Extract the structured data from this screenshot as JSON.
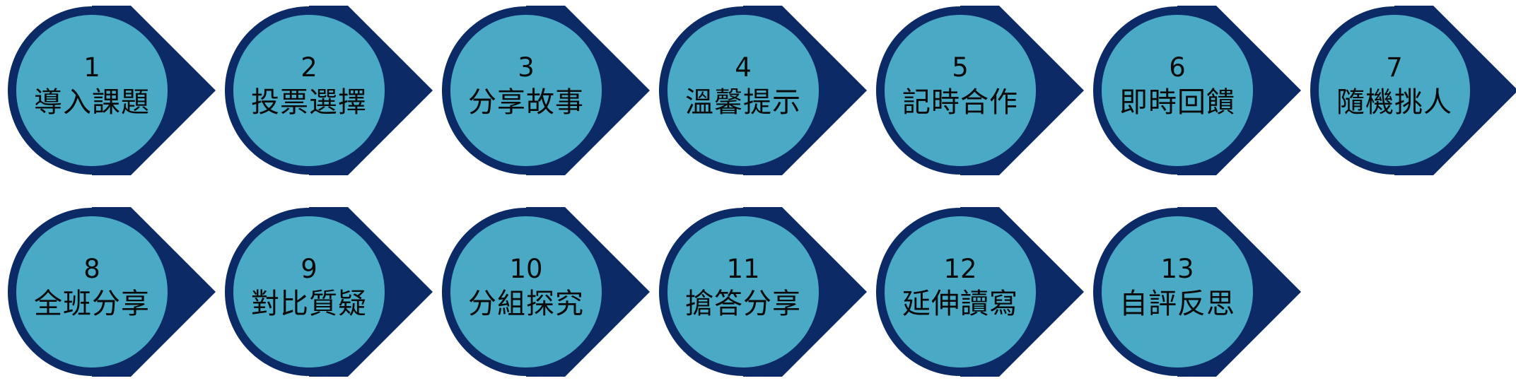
{
  "colors": {
    "pointer": "#0b2a66",
    "ring": "#0b2a66",
    "fill": "#4aaac6",
    "text": "#0a0a0a"
  },
  "steps": [
    {
      "number": "1",
      "label": "導入課題"
    },
    {
      "number": "2",
      "label": "投票選擇"
    },
    {
      "number": "3",
      "label": "分享故事"
    },
    {
      "number": "4",
      "label": "溫馨提示"
    },
    {
      "number": "5",
      "label": "記時合作"
    },
    {
      "number": "6",
      "label": "即時回饋"
    },
    {
      "number": "7",
      "label": "隨機挑人"
    },
    {
      "number": "8",
      "label": "全班分享"
    },
    {
      "number": "9",
      "label": "對比質疑"
    },
    {
      "number": "10",
      "label": "分組探究"
    },
    {
      "number": "11",
      "label": "搶答分享"
    },
    {
      "number": "12",
      "label": "延伸讀寫"
    },
    {
      "number": "13",
      "label": "自評反思"
    }
  ]
}
